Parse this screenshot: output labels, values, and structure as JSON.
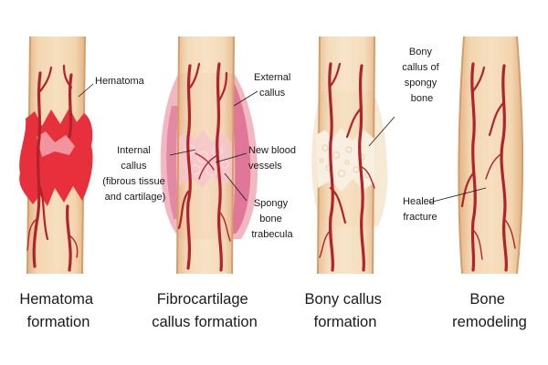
{
  "stages": [
    {
      "caption": [
        "Hematoma",
        "formation"
      ],
      "labels": [
        [
          "Hematoma"
        ]
      ]
    },
    {
      "caption": [
        "Fibrocartilage",
        "callus formation"
      ],
      "labels": [
        [
          "Internal",
          "callus",
          "(fibrous tissue",
          "and cartilage)"
        ],
        [
          "External",
          "callus"
        ],
        [
          "New blood",
          "vessels"
        ],
        [
          "Spongy",
          "bone",
          "trabecula"
        ]
      ]
    },
    {
      "caption": [
        "Bony callus",
        "formation"
      ],
      "labels": [
        [
          "Bony",
          "callus of",
          "spongy",
          "bone"
        ]
      ]
    },
    {
      "caption": [
        "Bone",
        "remodeling"
      ],
      "labels": [
        [
          "Healed",
          "fracture"
        ]
      ]
    }
  ],
  "colors": {
    "bone_fill": "#efcfa6",
    "bone_edge": "#d69c6a",
    "marrow": "#f4dfc4",
    "vessel": "#b0232a",
    "hematoma": "#e8303c",
    "callus_pink": "#f2b8c2",
    "callus_magenta": "#d9628a",
    "spongy": "#f6ead6"
  }
}
